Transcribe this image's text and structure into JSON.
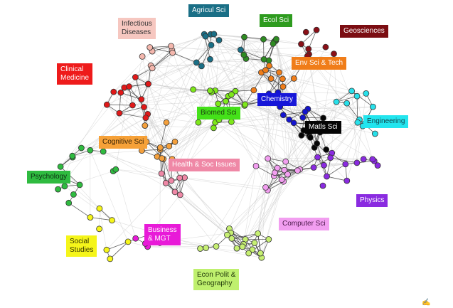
{
  "clusters": [
    {
      "key": "agri",
      "label": "Agricul Sci",
      "bg": "#1a6f86",
      "fg": "#ffffff",
      "node": "#1a6f86"
    },
    {
      "key": "ecol",
      "label": "Ecol Sci",
      "bg": "#2e9b1f",
      "fg": "#ffffff",
      "node": "#2e8b22"
    },
    {
      "key": "geo",
      "label": "Geosciences",
      "bg": "#7b0d12",
      "fg": "#ffffff",
      "node": "#8a1018"
    },
    {
      "key": "infec",
      "label": "Infectious\nDiseases",
      "bg": "#f6c7c0",
      "fg": "#333333",
      "node": "#f4b7ad"
    },
    {
      "key": "clin",
      "label": "Clinical\nMedicine",
      "bg": "#ee1b1b",
      "fg": "#ffffff",
      "node": "#e01919"
    },
    {
      "key": "env",
      "label": "Env Sci & Tech",
      "bg": "#f07d19",
      "fg": "#ffffff",
      "node": "#f07d19"
    },
    {
      "key": "chem",
      "label": "Chemistry",
      "bg": "#1616d8",
      "fg": "#ffffff",
      "node": "#1414d0"
    },
    {
      "key": "biomed",
      "label": "Biomed Sci",
      "bg": "#44e119",
      "fg": "#1b3d10",
      "node": "#7ee81a"
    },
    {
      "key": "matls",
      "label": "Matls Sci",
      "bg": "#050505",
      "fg": "#ffffff",
      "node": "#050505"
    },
    {
      "key": "eng",
      "label": "Engineering",
      "bg": "#22e5ee",
      "fg": "#10434a",
      "node": "#28e0ea"
    },
    {
      "key": "cog",
      "label": "Cognitive Sci",
      "bg": "#f6a138",
      "fg": "#3a2406",
      "node": "#f4a03c"
    },
    {
      "key": "health",
      "label": "Health & Soc Issues",
      "bg": "#ef88a6",
      "fg": "#ffffff",
      "node": "#ef88a6"
    },
    {
      "key": "psych",
      "label": "Psychology",
      "bg": "#2fbb40",
      "fg": "#0d2e12",
      "node": "#2fbb40"
    },
    {
      "key": "phys",
      "label": "Physics",
      "bg": "#8a2be0",
      "fg": "#ffffff",
      "node": "#8a2be0"
    },
    {
      "key": "comp",
      "label": "Computer Sci",
      "bg": "#f29ef0",
      "fg": "#4a1848",
      "node": "#f29ef0"
    },
    {
      "key": "soc",
      "label": "Social\nStudies",
      "bg": "#f5f51a",
      "fg": "#333300",
      "node": "#f5f51a"
    },
    {
      "key": "bus",
      "label": "Business\n& MGT",
      "bg": "#e81ad8",
      "fg": "#ffffff",
      "node": "#e81ad8"
    },
    {
      "key": "econ",
      "label": "Econ Polit &\nGeography",
      "bg": "#bff06e",
      "fg": "#223a0a",
      "node": "#c6ef72"
    }
  ],
  "colors": {
    "edge_light": "#c4c4c4",
    "edge_dark": "#3a3a3a",
    "node_stroke": "#333333"
  },
  "icons": {
    "corner": "signature-glyph-icon"
  }
}
